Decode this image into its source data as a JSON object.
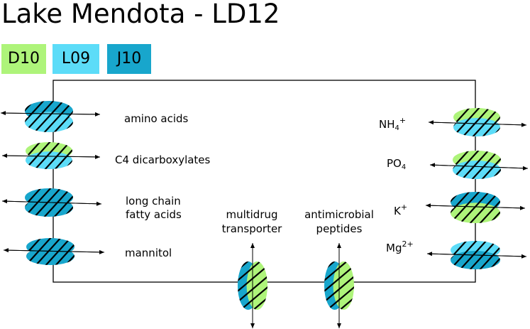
{
  "title": "Lake Mendota - LD12",
  "colors": {
    "D10": "#aef47a",
    "L09": "#5cdcf8",
    "J10": "#18a6cc",
    "hatch": "#000000",
    "cell_outline": "#000000"
  },
  "legend": [
    {
      "label": "D10",
      "color": "#aef47a"
    },
    {
      "label": "L09",
      "color": "#5cdcf8"
    },
    {
      "label": "J10",
      "color": "#18a6cc"
    }
  ],
  "left_transporters": [
    {
      "label": "amino acids",
      "fill": [
        "J10",
        "L09"
      ]
    },
    {
      "label": "C4 dicarboxylates",
      "fill": [
        "D10",
        "L09"
      ]
    },
    {
      "label_line1": "long chain",
      "label_line2": "fatty acids",
      "fill": [
        "J10",
        "J10"
      ]
    },
    {
      "label": "mannitol",
      "fill": [
        "J10",
        "J10"
      ]
    }
  ],
  "right_transporters": [
    {
      "label": "NH",
      "sub": "4",
      "sup": "+",
      "fill": [
        "D10",
        "L09"
      ]
    },
    {
      "label": "PO",
      "sub": "4",
      "fill": [
        "D10",
        "L09"
      ]
    },
    {
      "label": "K",
      "sup": "+",
      "fill": [
        "J10",
        "D10"
      ]
    },
    {
      "label": "Mg",
      "sup": "2+",
      "fill": [
        "L09",
        "J10"
      ]
    }
  ],
  "bottom_transporters": [
    {
      "label_line1": "multidrug",
      "label_line2": "transporter",
      "fill": [
        "J10",
        "D10"
      ]
    },
    {
      "label_line1": "antimicrobial",
      "label_line2": "peptides",
      "fill": [
        "J10",
        "D10"
      ]
    }
  ]
}
